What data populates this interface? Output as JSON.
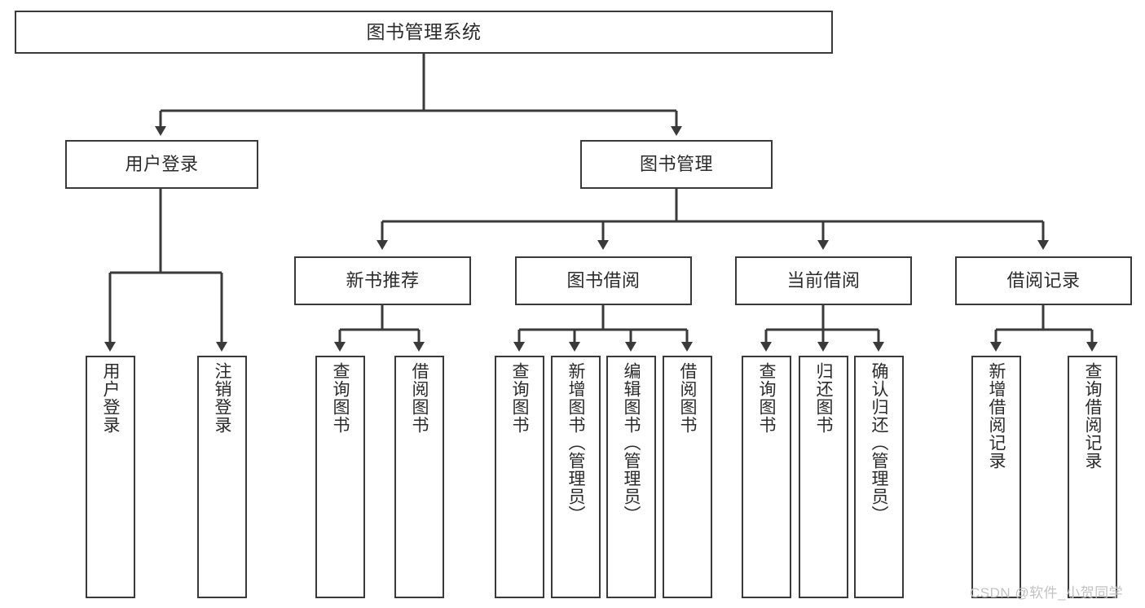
{
  "diagram": {
    "title_text": "图书管理系统",
    "watermark": "CSDN @软件_小贺同学",
    "style": {
      "stroke": "#3a3a3a",
      "background": "#ffffff",
      "text_color": "#2b2b2b",
      "watermark_color": "#c2c2c2"
    },
    "nodes": {
      "root": {
        "label": "图书管理系统"
      },
      "level2": [
        {
          "label": "用户登录"
        },
        {
          "label": "图书管理"
        }
      ],
      "level3": [
        {
          "label": "新书推荐"
        },
        {
          "label": "图书借阅"
        },
        {
          "label": "当前借阅"
        },
        {
          "label": "借阅记录"
        }
      ],
      "leaves_user_login": [
        {
          "label": "用户登录"
        },
        {
          "label": "注销登录"
        }
      ],
      "leaves_new_books": [
        {
          "label": "查询图书"
        },
        {
          "label": "借阅图书"
        }
      ],
      "leaves_borrow": [
        {
          "label": "查询图书"
        },
        {
          "label": "新增图书（管理员）"
        },
        {
          "label": "编辑图书（管理员）"
        },
        {
          "label": "借阅图书"
        }
      ],
      "leaves_current": [
        {
          "label": "查询图书"
        },
        {
          "label": "归还图书"
        },
        {
          "label": "确认归还（管理员）"
        }
      ],
      "leaves_records": [
        {
          "label": "新增借阅记录"
        },
        {
          "label": "查询借阅记录"
        }
      ]
    }
  }
}
